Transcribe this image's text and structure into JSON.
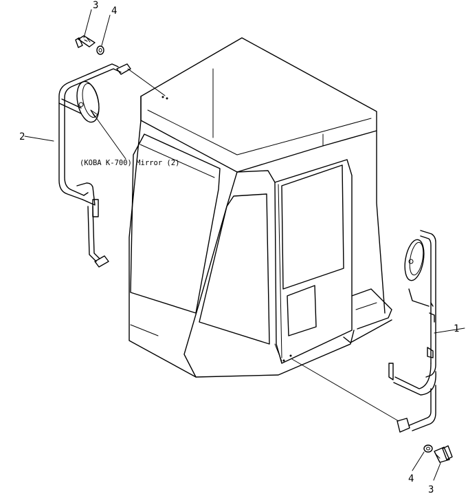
{
  "callouts": {
    "part1": "1",
    "part2": "2",
    "bolt_top": "3",
    "washer_top": "4",
    "washer_bottom": "4",
    "bolt_bottom": "3"
  },
  "caption": "(KOBA K-700) Mirror (2)"
}
